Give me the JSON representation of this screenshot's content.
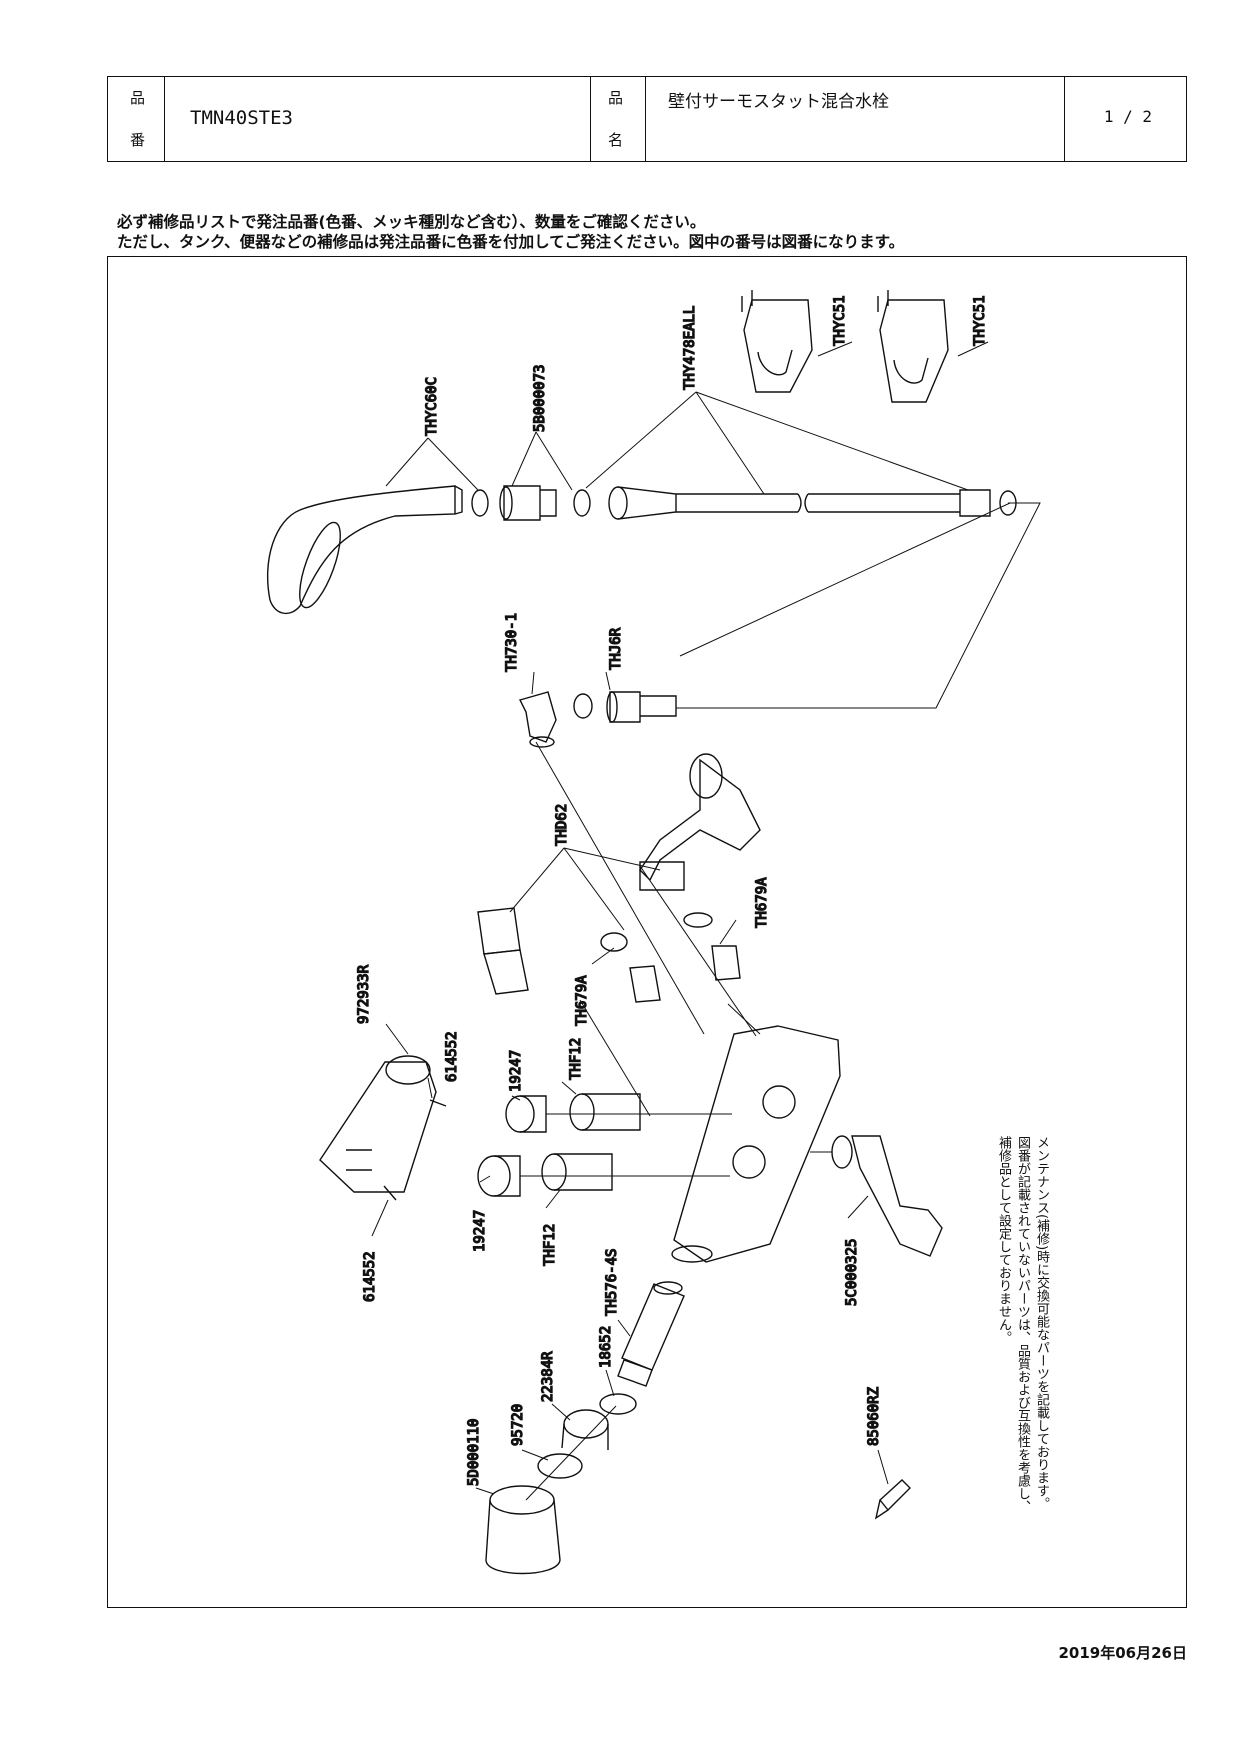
{
  "header": {
    "hinban_key": [
      "品",
      "番"
    ],
    "hinban": "TMN40STE3",
    "hinmei_key": [
      "品",
      "名"
    ],
    "hinmei": "壁付サーモスタット混合水栓",
    "page": "1 / 2"
  },
  "notes": [
    "必ず補修品リストで発注品番(色番、メッキ種別など含む）、数量をご確認ください。",
    "ただし、タンク、便器などの補修品は発注品番に色番を付加してご発注ください。図中の番号は図番になります。"
  ],
  "parts": {
    "p1": "THYC60C",
    "p2": "5B000073",
    "p3": "THY478EALL",
    "p4": "THYC51",
    "p5": "THYC51",
    "p6": "TH730-1",
    "p7": "THJ6R",
    "p8": "THD62",
    "p9": "TH679A",
    "p10": "TH679A",
    "p11": "972933R",
    "p12": "614552",
    "p13": "614552",
    "p14": "19247",
    "p15": "THF12",
    "p16": "19247",
    "p17": "THF12",
    "p18": "5C000325",
    "p19": "TH576-4S",
    "p20": "18652",
    "p21": "22384R",
    "p22": "95720",
    "p23": "5D000110",
    "p24": "85060RZ"
  },
  "side_note": [
    "メンテナンス(補修)時に交換可能なパーツを記載しております。",
    "図番が記載されていないパーツは、品質および互換性を考慮し、",
    "補修品として設定しておりません。"
  ],
  "date": "2019年06月26日"
}
